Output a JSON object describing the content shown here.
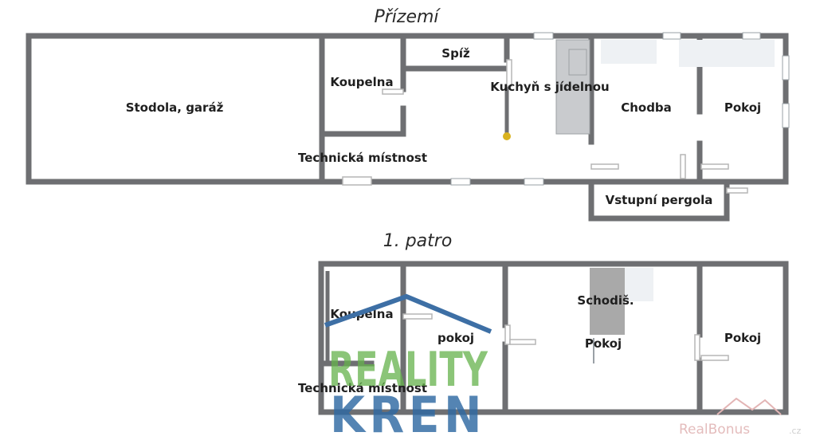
{
  "floors": {
    "ground": {
      "title": "Přízemí",
      "rooms": {
        "stodola": "Stodola, garáž",
        "koupelna": "Koupelna",
        "spiz": "Spíž",
        "kuchyn": "Kuchyň s jídelnou",
        "chodba": "Chodba",
        "pokoj": "Pokoj",
        "technicka": "Technická místnost",
        "pergola": "Vstupní pergola"
      }
    },
    "first": {
      "title": "1. patro",
      "rooms": {
        "koupelna": "Koupelna",
        "pokoj_small": "pokoj",
        "schodiste": "Schodiš.",
        "pokoj_mid": "Pokoj",
        "pokoj_right": "Pokoj",
        "technicka": "Technická místnost"
      }
    }
  },
  "watermarks": {
    "logo_top": "REALITY",
    "logo_bottom": "KREN",
    "corner_brand": "RealBonus",
    "corner_suffix": ".cz"
  },
  "colors": {
    "wall": "#6e6f72",
    "logo_green": "#65b24c",
    "logo_blue": "#2f6aa3"
  }
}
